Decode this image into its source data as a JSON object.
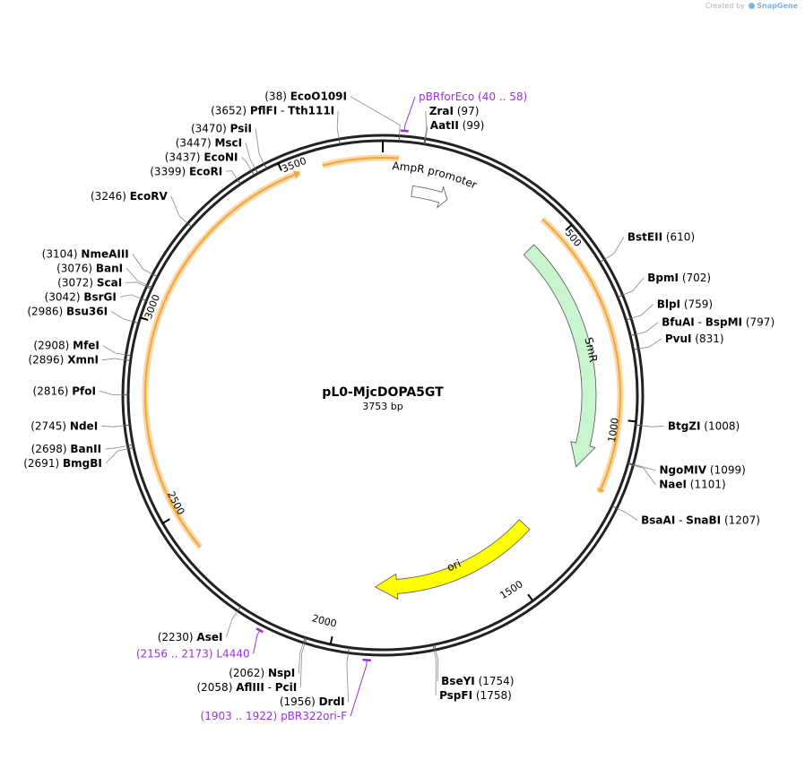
{
  "credit": {
    "prefix": "Created by",
    "brand": "SnapGene"
  },
  "plasmid": {
    "name": "pL0-MjcDOPA5GT",
    "length_label": "3753 bp",
    "length": 3753
  },
  "colors": {
    "primer": "#9b30d9",
    "amp_feature": "#f2a53a",
    "smr": "#c8f5cd",
    "ori": "#ffff00",
    "promoter": "#ffffff",
    "backbone": "#222222"
  },
  "ticks": [
    {
      "pos": 500,
      "label": "500"
    },
    {
      "pos": 1000,
      "label": "1000"
    },
    {
      "pos": 1500,
      "label": "1500"
    },
    {
      "pos": 2000,
      "label": "2000"
    },
    {
      "pos": 2500,
      "label": "2500"
    },
    {
      "pos": 3000,
      "label": "3000"
    },
    {
      "pos": 3500,
      "label": "3500"
    }
  ],
  "features": [
    {
      "name": "AmpR promoter",
      "type": "promoter",
      "start": 85,
      "end": 190
    },
    {
      "name": "SmR",
      "type": "cds",
      "start": 470,
      "end": 1150
    },
    {
      "name": "ori",
      "type": "rep_origin",
      "start": 1380,
      "end": 1900
    },
    {
      "name": "",
      "type": "outline_orange",
      "start": 3600,
      "end": 40
    },
    {
      "name": "",
      "type": "outline_orange",
      "start": 2400,
      "end": 3540
    },
    {
      "name": "",
      "type": "outline_orange",
      "start": 440,
      "end": 1190
    }
  ],
  "sites": [
    {
      "names": [
        "EcoO109I"
      ],
      "pos_label": "(38)",
      "pos": 38,
      "side": "left"
    },
    {
      "names": [
        "ZraI"
      ],
      "pos_label": "(97)",
      "pos": 97,
      "side": "right"
    },
    {
      "names": [
        "AatII"
      ],
      "pos_label": "(99)",
      "pos": 99,
      "side": "right"
    },
    {
      "names": [
        "BstEII"
      ],
      "pos_label": "(610)",
      "pos": 610,
      "side": "right"
    },
    {
      "names": [
        "BpmI"
      ],
      "pos_label": "(702)",
      "pos": 702,
      "side": "right"
    },
    {
      "names": [
        "BlpI"
      ],
      "pos_label": "(759)",
      "pos": 759,
      "side": "right"
    },
    {
      "names": [
        "BfuAI",
        "BspMI"
      ],
      "pos_label": "(797)",
      "pos": 797,
      "side": "right"
    },
    {
      "names": [
        "PvuI"
      ],
      "pos_label": "(831)",
      "pos": 831,
      "side": "right"
    },
    {
      "names": [
        "BtgZI"
      ],
      "pos_label": "(1008)",
      "pos": 1008,
      "side": "right"
    },
    {
      "names": [
        "NgoMIV"
      ],
      "pos_label": "(1099)",
      "pos": 1099,
      "side": "right"
    },
    {
      "names": [
        "NaeI"
      ],
      "pos_label": "(1101)",
      "pos": 1101,
      "side": "right"
    },
    {
      "names": [
        "BsaAI",
        "SnaBI"
      ],
      "pos_label": "(1207)",
      "pos": 1207,
      "side": "right"
    },
    {
      "names": [
        "BseYI"
      ],
      "pos_label": "(1754)",
      "pos": 1754,
      "side": "right"
    },
    {
      "names": [
        "PspFI"
      ],
      "pos_label": "(1758)",
      "pos": 1758,
      "side": "right"
    },
    {
      "names": [
        "DrdI"
      ],
      "pos_label": "(1956)",
      "pos": 1956,
      "side": "left"
    },
    {
      "names": [
        "AflIII",
        "PciI"
      ],
      "pos_label": "(2058)",
      "pos": 2058,
      "side": "left"
    },
    {
      "names": [
        "NspI"
      ],
      "pos_label": "(2062)",
      "pos": 2062,
      "side": "left"
    },
    {
      "names": [
        "AseI"
      ],
      "pos_label": "(2230)",
      "pos": 2230,
      "side": "left"
    },
    {
      "names": [
        "BmgBI"
      ],
      "pos_label": "(2691)",
      "pos": 2691,
      "side": "left"
    },
    {
      "names": [
        "BanII"
      ],
      "pos_label": "(2698)",
      "pos": 2698,
      "side": "left"
    },
    {
      "names": [
        "NdeI"
      ],
      "pos_label": "(2745)",
      "pos": 2745,
      "side": "left"
    },
    {
      "names": [
        "PfoI"
      ],
      "pos_label": "(2816)",
      "pos": 2816,
      "side": "left"
    },
    {
      "names": [
        "XmnI"
      ],
      "pos_label": "(2896)",
      "pos": 2896,
      "side": "left"
    },
    {
      "names": [
        "MfeI"
      ],
      "pos_label": "(2908)",
      "pos": 2908,
      "side": "left"
    },
    {
      "names": [
        "Bsu36I"
      ],
      "pos_label": "(2986)",
      "pos": 2986,
      "side": "left"
    },
    {
      "names": [
        "BsrGI"
      ],
      "pos_label": "(3042)",
      "pos": 3042,
      "side": "left"
    },
    {
      "names": [
        "ScaI"
      ],
      "pos_label": "(3072)",
      "pos": 3072,
      "side": "left"
    },
    {
      "names": [
        "BanI"
      ],
      "pos_label": "(3076)",
      "pos": 3076,
      "side": "left"
    },
    {
      "names": [
        "NmeAIII"
      ],
      "pos_label": "(3104)",
      "pos": 3104,
      "side": "left"
    },
    {
      "names": [
        "EcoRV"
      ],
      "pos_label": "(3246)",
      "pos": 3246,
      "side": "left"
    },
    {
      "names": [
        "EcoRI"
      ],
      "pos_label": "(3399)",
      "pos": 3399,
      "side": "left"
    },
    {
      "names": [
        "EcoNI"
      ],
      "pos_label": "(3437)",
      "pos": 3437,
      "side": "left"
    },
    {
      "names": [
        "MscI"
      ],
      "pos_label": "(3447)",
      "pos": 3447,
      "side": "left"
    },
    {
      "names": [
        "PsiI"
      ],
      "pos_label": "(3470)",
      "pos": 3470,
      "side": "left"
    },
    {
      "names": [
        "PflFI",
        "Tth111I"
      ],
      "pos_label": "(3652)",
      "pos": 3652,
      "side": "left"
    }
  ],
  "primers": [
    {
      "name": "pBRforEco",
      "range_label": "(40 .. 58)",
      "start": 40,
      "end": 58,
      "side": "right"
    },
    {
      "name": "L4440",
      "range_label": "(2156 .. 2173)",
      "start": 2156,
      "end": 2173,
      "side": "left"
    },
    {
      "name": "pBR322ori-F",
      "range_label": "(1903 .. 1922)",
      "start": 1903,
      "end": 1922,
      "side": "left"
    }
  ]
}
